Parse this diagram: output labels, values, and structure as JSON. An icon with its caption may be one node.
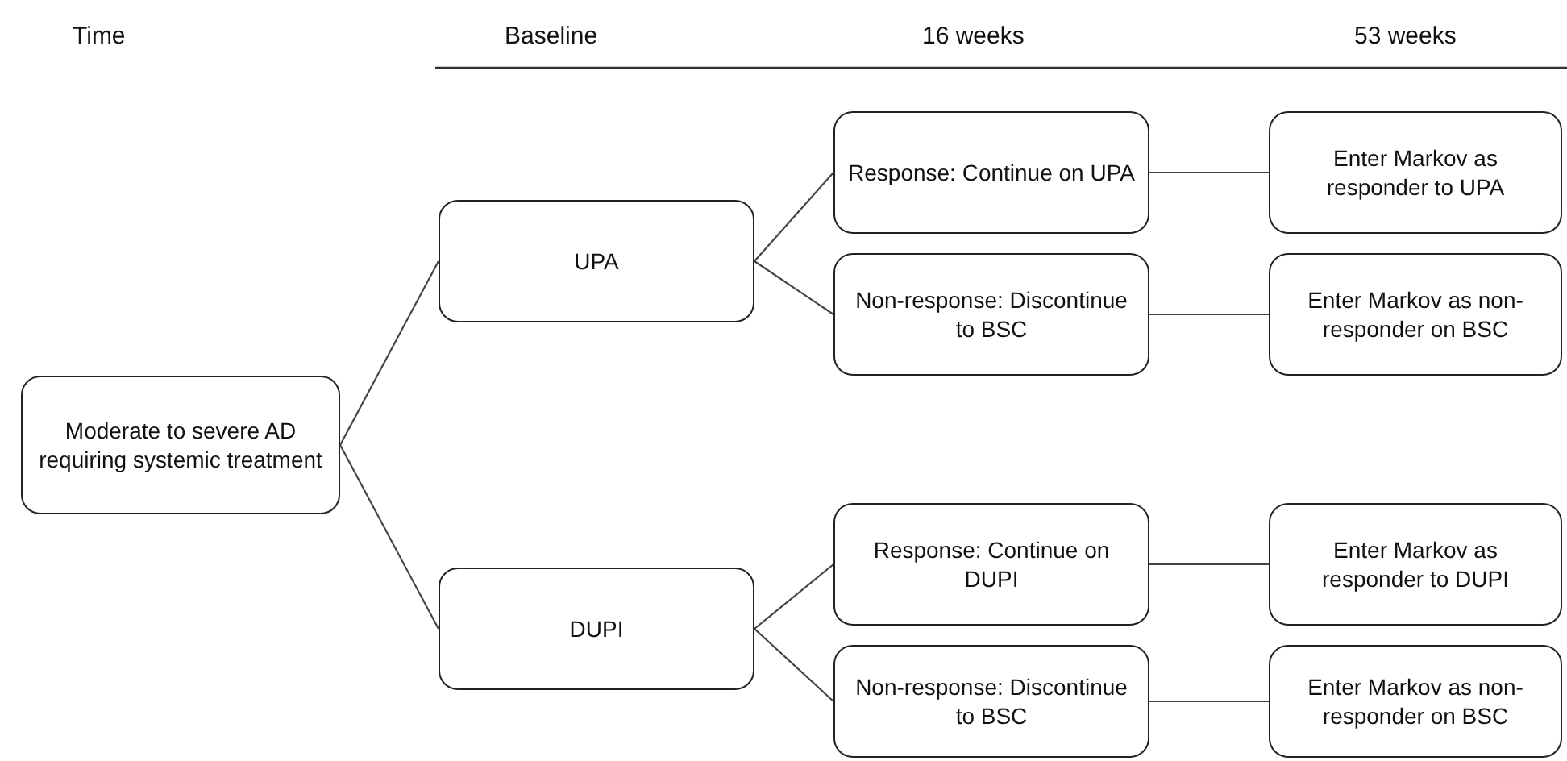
{
  "diagram": {
    "nodes": [
      {
        "text": [
          "Moderate to severe AD requiring systemic treatment"
        ]
      },
      {
        "text": [
          "UPA"
        ]
      },
      {
        "text": [
          "Response: Continue on UPA"
        ]
      },
      {
        "text": [
          "Non-response: Discontinue to BSC"
        ]
      },
      {
        "text": [
          "Enter Markov as responder to UPA"
        ]
      },
      {
        "text": [
          "Enter Markov as non-responder on BSC"
        ]
      },
      {
        "text": [
          "DUPI"
        ]
      },
      {
        "text": [
          "Response: Continue on DUPI"
        ]
      },
      {
        "text": [
          "Non-response: Discontinue to BSC"
        ]
      },
      {
        "text": [
          "Enter Markov as responder to DUPI"
        ]
      },
      {
        "text": [
          "Enter Markov as non-responder on BSC"
        ]
      }
    ],
    "edges": [
      {
        "from": 0,
        "to": 1,
        "arrow": "none"
      },
      {
        "from": 0,
        "to": 6,
        "arrow": "none"
      },
      {
        "from": 1,
        "to": 2,
        "arrow": "none"
      },
      {
        "from": 1,
        "to": 3,
        "arrow": "none"
      },
      {
        "from": 2,
        "to": 4,
        "arrow": "none"
      },
      {
        "from": 3,
        "to": 5,
        "arrow": "none"
      },
      {
        "from": 6,
        "to": 7,
        "arrow": "none"
      },
      {
        "from": 6,
        "to": 8,
        "arrow": "none"
      },
      {
        "from": 7,
        "to": 9,
        "arrow": "none"
      },
      {
        "from": 8,
        "to": 10,
        "arrow": "none"
      }
    ],
    "labels": [
      "Time",
      "Baseline",
      "16 weeks",
      "53 weeks"
    ]
  }
}
